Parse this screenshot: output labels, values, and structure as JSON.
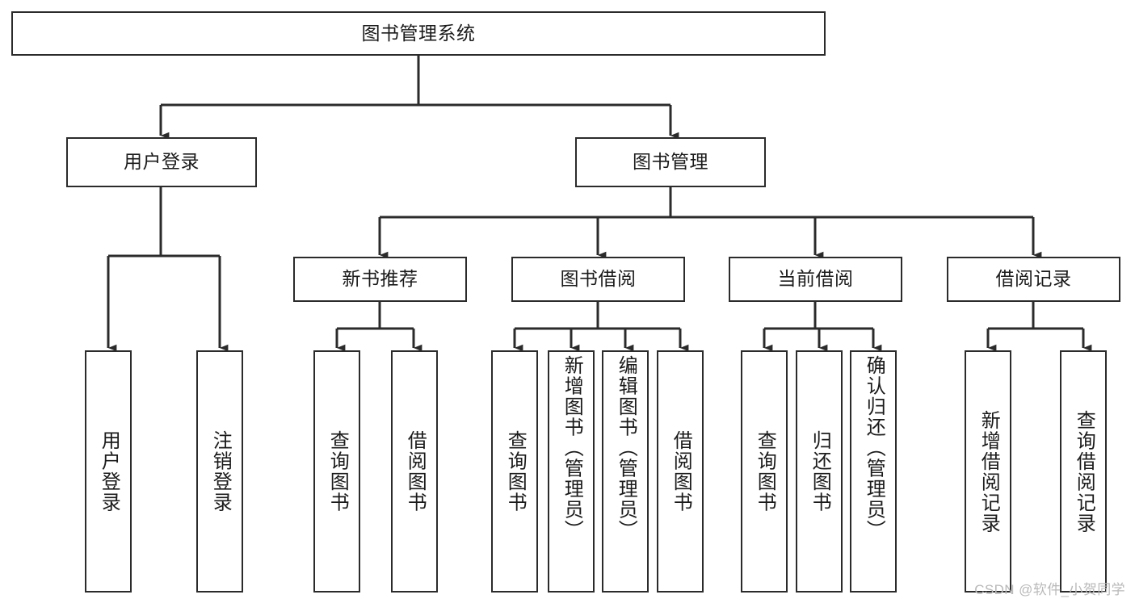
{
  "diagram": {
    "title": "图书管理系统",
    "type": "hierarchy-tree",
    "colors": {
      "stroke": "#2b2b2b",
      "fill": "#ffffff",
      "text": "#1b1b1b",
      "watermark": "#b9b9b9"
    },
    "root": {
      "label": "图书管理系统"
    },
    "level2": [
      {
        "label": "用户登录"
      },
      {
        "label": "图书管理"
      }
    ],
    "level3": [
      {
        "label": "新书推荐"
      },
      {
        "label": "图书借阅"
      },
      {
        "label": "当前借阅"
      },
      {
        "label": "借阅记录"
      }
    ],
    "leaves": {
      "user_login": [
        {
          "label": "用户登录"
        },
        {
          "label": "注销登录"
        }
      ],
      "new_book_recommend": [
        {
          "label": "查询图书"
        },
        {
          "label": "借阅图书"
        }
      ],
      "book_borrow": [
        {
          "label": "查询图书"
        },
        {
          "label": "新增图书（管理员）"
        },
        {
          "label": "编辑图书（管理员）"
        },
        {
          "label": "借阅图书"
        }
      ],
      "current_borrow": [
        {
          "label": "查询图书"
        },
        {
          "label": "归还图书"
        },
        {
          "label": "确认归还（管理员）"
        }
      ],
      "borrow_record": [
        {
          "label": "新增借阅记录"
        },
        {
          "label": "查询借阅记录"
        }
      ]
    }
  },
  "watermark": {
    "text": "CSDN @软件_小贺同学"
  }
}
